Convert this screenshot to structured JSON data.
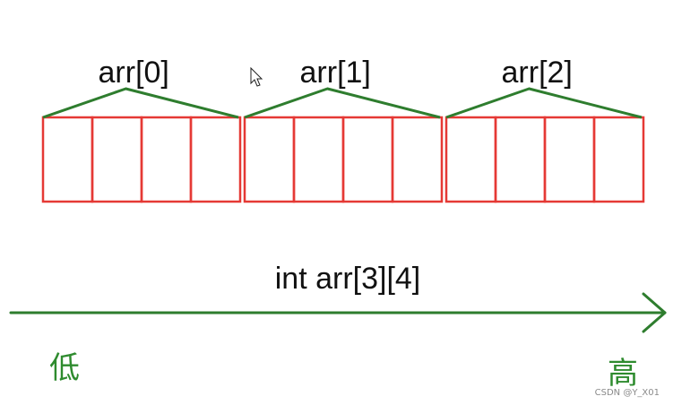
{
  "rows": [
    {
      "label": "arr[0]",
      "cells": 4
    },
    {
      "label": "arr[1]",
      "cells": 4
    },
    {
      "label": "arr[2]",
      "cells": 4
    }
  ],
  "declaration": "int arr[3][4]",
  "axis": {
    "low": "低",
    "high": "高"
  },
  "watermark": "CSDN @Y_X01",
  "colors": {
    "cell_stroke": "#e53935",
    "bracket": "#2e7d2e",
    "axis": "#2e7d2e",
    "axis_text": "#2e8b2e",
    "text": "#111111"
  },
  "icons": {
    "cursor": "mouse-pointer-icon"
  }
}
